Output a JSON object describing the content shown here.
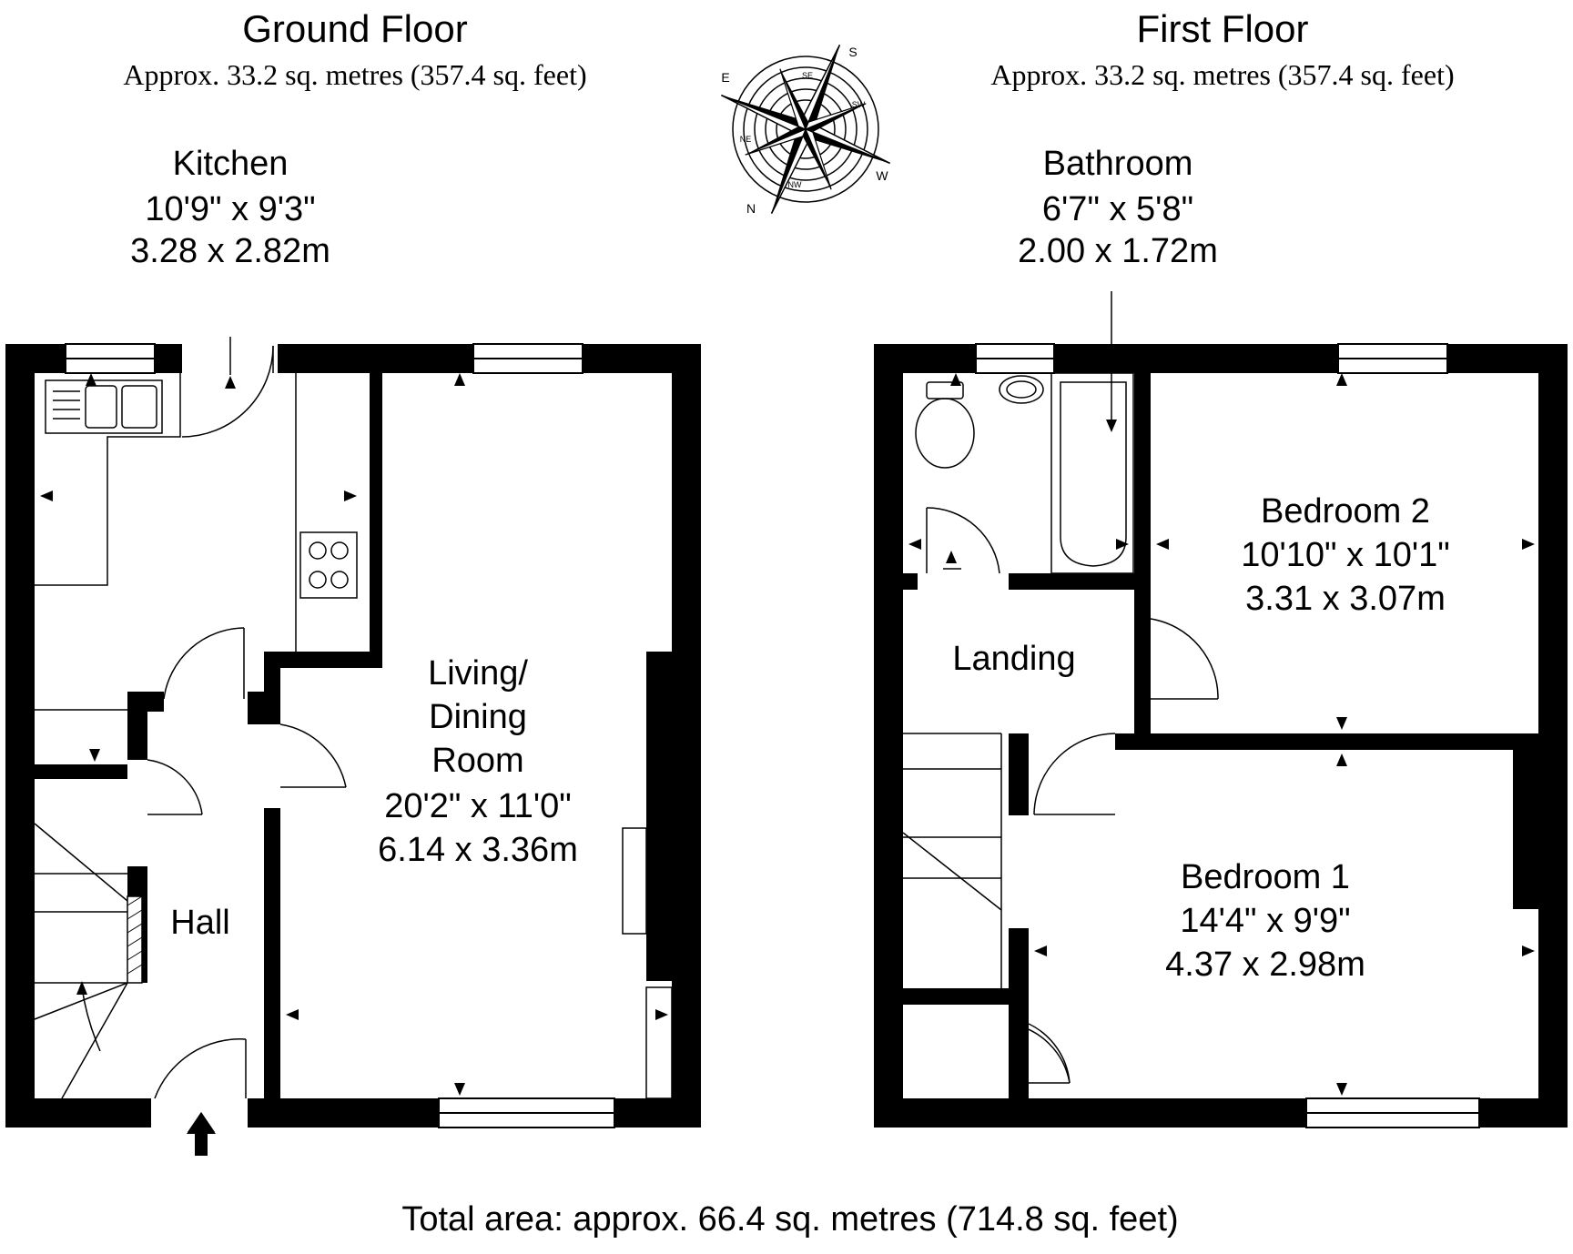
{
  "ground_floor": {
    "title": "Ground Floor",
    "area": "Approx. 33.2 sq. metres (357.4 sq. feet)",
    "rooms": {
      "kitchen": {
        "name": "Kitchen",
        "imperial": "10'9\" x 9'3\"",
        "metric": "3.28 x 2.82m"
      },
      "living": {
        "name_line1": "Living/",
        "name_line2": "Dining",
        "name_line3": "Room",
        "imperial": "20'2\" x 11'0\"",
        "metric": "6.14 x 3.36m"
      },
      "hall": {
        "name": "Hall"
      }
    }
  },
  "first_floor": {
    "title": "First Floor",
    "area": "Approx. 33.2 sq. metres (357.4 sq. feet)",
    "rooms": {
      "bathroom": {
        "name": "Bathroom",
        "imperial": "6'7\" x 5'8\"",
        "metric": "2.00 x 1.72m"
      },
      "bedroom2": {
        "name": "Bedroom 2",
        "imperial": "10'10\" x 10'1\"",
        "metric": "3.31 x 3.07m"
      },
      "landing": {
        "name": "Landing"
      },
      "bedroom1": {
        "name": "Bedroom 1",
        "imperial": "14'4\" x 9'9\"",
        "metric": "4.37 x 2.98m"
      }
    }
  },
  "compass": {
    "labels": [
      "S",
      "SW",
      "W",
      "NW",
      "N",
      "NE",
      "E",
      "SE"
    ]
  },
  "total_area": "Total area: approx. 66.4 sq. metres (714.8 sq. feet)"
}
